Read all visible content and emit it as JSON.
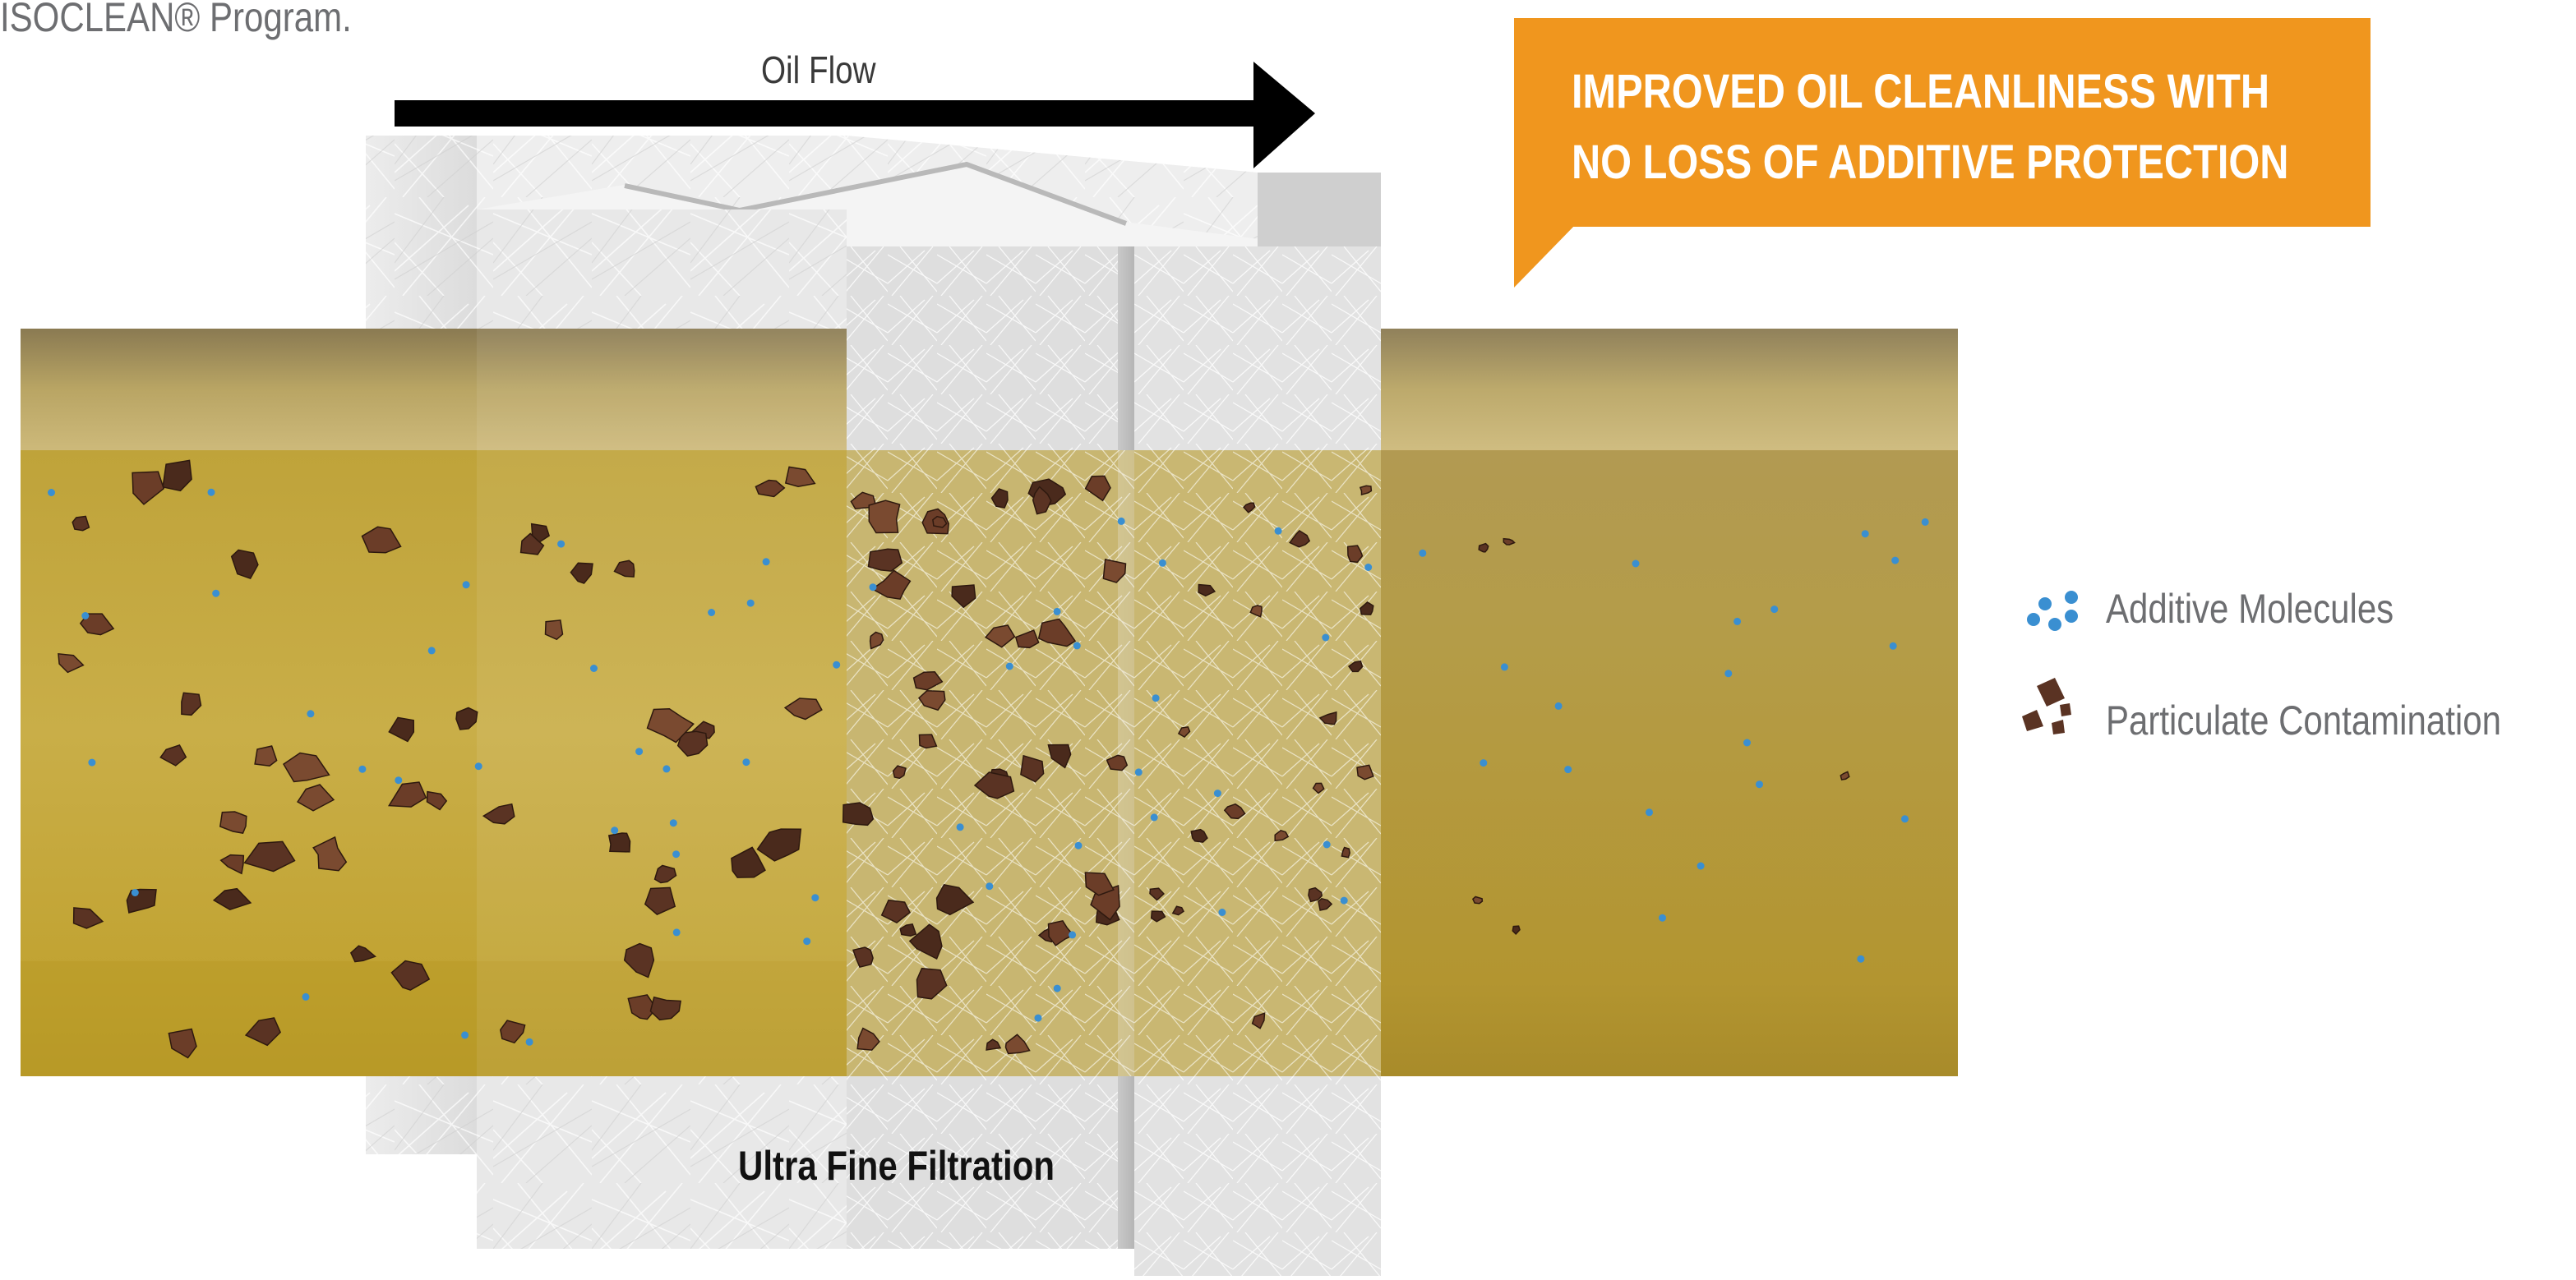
{
  "caption": "ISOCLEAN® Program.",
  "flow": {
    "label": "Oil Flow"
  },
  "callout": {
    "line1": "IMPROVED OIL CLEANLINESS WITH",
    "line2": "NO LOSS OF ADDITIVE PROTECTION",
    "color": "#f0961e"
  },
  "filter": {
    "label": "Ultra Fine Filtration"
  },
  "legend": {
    "items": [
      {
        "label": "Additive Molecules",
        "icon": "additive-molecule-icon",
        "color": "#3a8fd1"
      },
      {
        "label": "Particulate Contamination",
        "icon": "particulate-icon",
        "color": "#5a3323"
      }
    ]
  },
  "colors": {
    "oil": "#c4a83c",
    "filter_media": "#e6e6e6",
    "arrow": "#000000"
  }
}
